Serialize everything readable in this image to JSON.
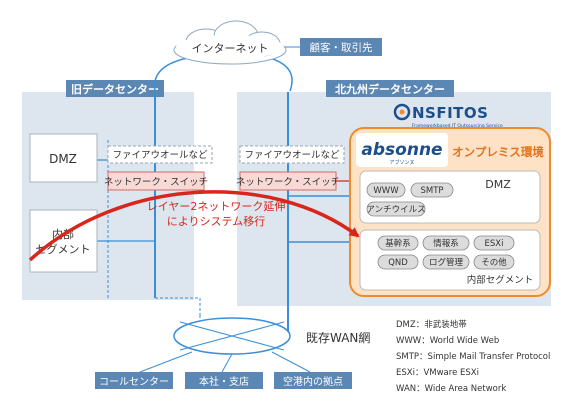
{
  "internet": {
    "label": "インターネット"
  },
  "customers": {
    "label": "顧客・取引先"
  },
  "old_dc": {
    "title": "旧データセンター",
    "dmz": "DMZ",
    "internal": [
      "内部",
      "セグメント"
    ]
  },
  "new_dc": {
    "title": "北九州データセンター"
  },
  "firewall_label": "ファイアウオールなど",
  "switch_label": "ネットワーク・スイッチ",
  "migration": {
    "line1": "レイヤー2ネットワーク延伸",
    "line2": "によりシステム移行"
  },
  "nsfitos": {
    "name": "NSFITOS",
    "tagline": "Frameworkbased IT Outsourcing Service"
  },
  "absonne": {
    "name": "absonne",
    "kana": "アブソンヌ"
  },
  "onpremise": "オンプレミス環境",
  "dmz_box": {
    "title": "DMZ",
    "items": [
      "WWW",
      "SMTP",
      "アンチウイルス"
    ]
  },
  "internal_box": {
    "title": "内部セグメント",
    "items": [
      "基幹系",
      "情報系",
      "ESXi",
      "QND",
      "ログ管理",
      "その他"
    ]
  },
  "wan": {
    "label": "既存WAN網"
  },
  "sites": [
    "コールセンター",
    "本社・支店",
    "空港内の拠点"
  ],
  "glossary": [
    "DMZ：非武装地帯",
    "WWW：World Wide Web",
    "SMTP：Simple Mail Transfer Protocol",
    "ESXi：VMware ESXi",
    "WAN：Wide Area Network"
  ],
  "colors": {
    "panel": "#dde6ee",
    "accent_blue": "#5b87b5",
    "line_blue": "#3a8fd8",
    "switch_fill": "#f9d9d6",
    "switch_border": "#d36a66",
    "arrow_red": "#d9261c",
    "orange": "#f08a2c"
  }
}
